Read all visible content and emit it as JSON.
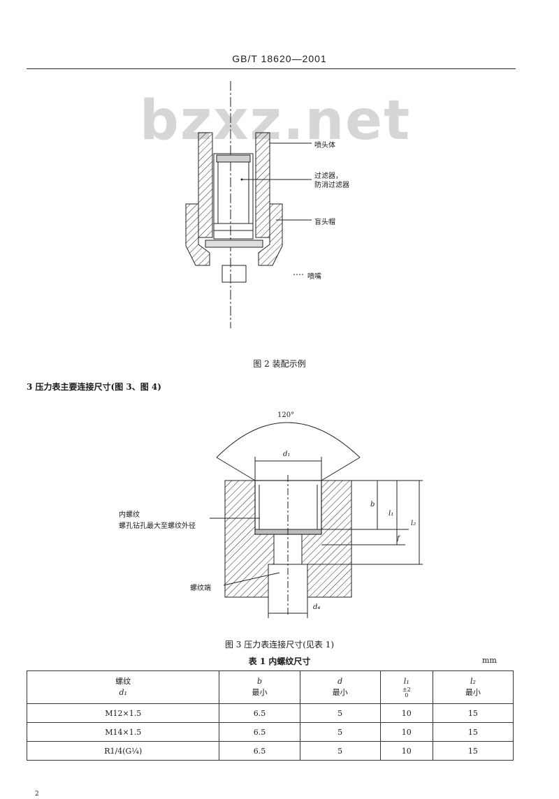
{
  "header": {
    "standard": "GB/T 18620—2001"
  },
  "watermark": "bzxz.net",
  "figure2": {
    "labels": {
      "body": "喷头体",
      "filter": "过滤器，\n防消过滤器",
      "cap": "盲头帽",
      "nozzle": "喷嘴"
    },
    "caption": "图 2  装配示例"
  },
  "section": {
    "title": "3  压力表主要连接尺寸(图 3、图 4)"
  },
  "figure3": {
    "labels": {
      "angle": "120°",
      "d1": "d₁",
      "d4": "d₄",
      "b": "b",
      "l1": "l₁",
      "l2": "l₂",
      "f": "f",
      "thread_note_1": "内螺纹",
      "thread_note_2": "螺孔钻孔最大至螺纹外径",
      "thread_end": "螺纹端"
    },
    "caption": "图 3  压力表连接尺寸(见表 1)"
  },
  "table1": {
    "title": "表 1  内螺纹尺寸",
    "unit": "mm",
    "headers": [
      {
        "line1": "螺纹",
        "line2": "d₁"
      },
      {
        "line1": "b",
        "line2": "最小"
      },
      {
        "line1": "d",
        "line2": "最小"
      },
      {
        "line1": "l₁",
        "line2": "±2\n0"
      },
      {
        "line1": "l₂",
        "line2": "最小"
      }
    ],
    "rows": [
      [
        "M12×1.5",
        "6.5",
        "5",
        "10",
        "15"
      ],
      [
        "M14×1.5",
        "6.5",
        "5",
        "10",
        "15"
      ],
      [
        "R1/4(G¼)",
        "6.5",
        "5",
        "10",
        "15"
      ]
    ]
  },
  "page_number": "2"
}
